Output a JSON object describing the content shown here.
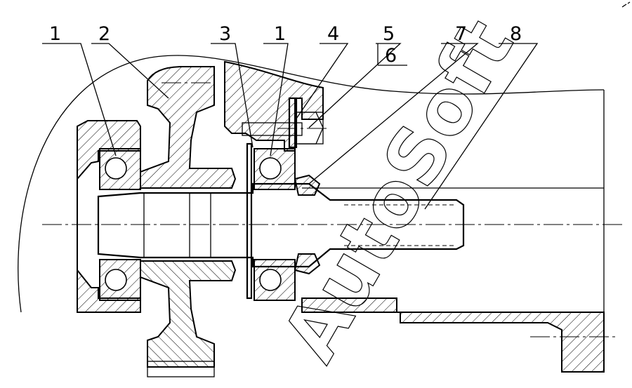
{
  "leaders": [
    {
      "label": "1"
    },
    {
      "label": "2"
    },
    {
      "label": "3"
    },
    {
      "label": "1"
    },
    {
      "label": "4"
    },
    {
      "label": "5"
    },
    {
      "label": "6"
    },
    {
      "label": "7"
    },
    {
      "label": "8"
    }
  ],
  "watermark": "AutoSoft"
}
